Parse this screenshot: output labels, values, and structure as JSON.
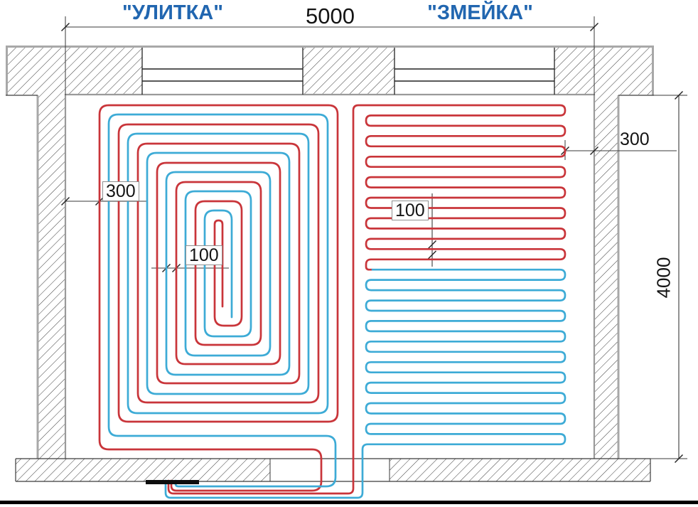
{
  "titles": {
    "spiral": "\"УЛИТКА\"",
    "serpentine": "\"ЗМЕЙКА\""
  },
  "dimensions": {
    "room_width": "5000",
    "room_height": "4000",
    "spiral_wall_offset": "300",
    "spiral_pipe_spacing": "100",
    "serpentine_pipe_spacing": "100",
    "serpentine_wall_offset": "300"
  },
  "colors": {
    "supply_pipe_red": "#c9353a",
    "return_pipe_blue": "#3dabd6",
    "title_blue": "#2166b0",
    "dimension_text": "#141414",
    "wall_outline_gray": "#a8a8a8",
    "interior_outline_gray": "#9a9a9a",
    "hatch_line": "#3d3d3d",
    "thin_line": "#3a3a3a",
    "manifold_black": "#0d0d0d"
  }
}
